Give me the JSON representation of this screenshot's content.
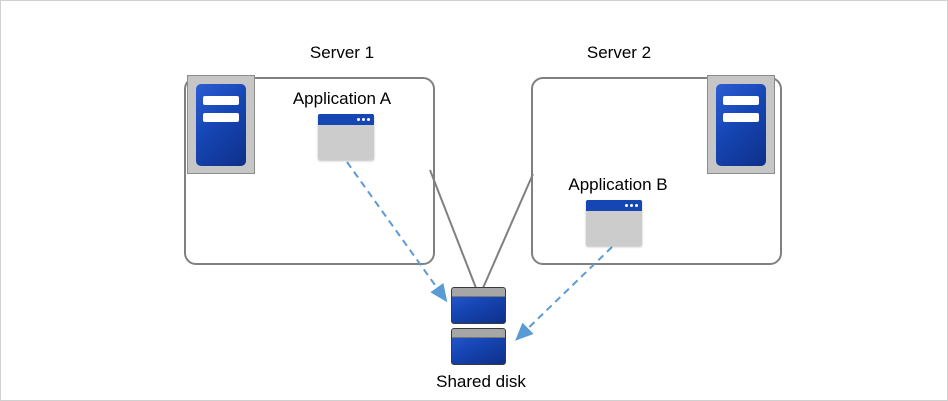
{
  "diagram": {
    "nodes": {
      "server1": {
        "label": "Server 1"
      },
      "server2": {
        "label": "Server 2"
      },
      "application_a": {
        "label": "Application A"
      },
      "application_b": {
        "label": "Application B"
      },
      "shared_disk": {
        "label": "Shared disk"
      }
    },
    "icons": {
      "server1": "server-tower-icon",
      "server2": "server-tower-icon",
      "application_a": "app-window-icon",
      "application_b": "app-window-icon",
      "shared_disk": "disk-stack-icon"
    },
    "connections": [
      {
        "from": "server1",
        "to": "shared_disk",
        "style": "solid-line"
      },
      {
        "from": "server2",
        "to": "shared_disk",
        "style": "solid-line"
      },
      {
        "from": "application_a",
        "to": "shared_disk",
        "style": "dashed-arrow"
      },
      {
        "from": "application_b",
        "to": "shared_disk",
        "style": "dashed-arrow"
      }
    ]
  },
  "colors": {
    "canvas_border": "#d0d0d0",
    "box_border": "#808080",
    "line_gray": "#808080",
    "arrow_blue": "#5b9bd5",
    "icon_blue": "#1646b4",
    "icon_blue_dark": "#0e2f8a",
    "icon_frame_gray": "#c6c6c6",
    "window_gray": "#cccccc",
    "disk_cap_gray": "#a6a6a6",
    "text_color": "#000000"
  }
}
